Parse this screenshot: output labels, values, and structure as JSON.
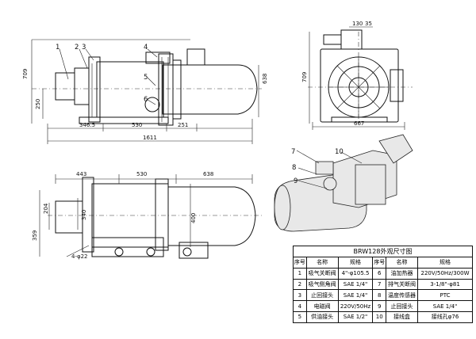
{
  "dimensions": {
    "front": {
      "h709": "709",
      "h638": "638",
      "h250": "250",
      "w346": "346.5",
      "w530": "530",
      "w251": "251",
      "w1611": "1611"
    },
    "side": {
      "w130": "130",
      "w35": "35",
      "h709": "709",
      "w667": "667"
    },
    "top": {
      "w443": "443",
      "w530": "530",
      "w638": "638",
      "h204": "204",
      "h340": "340",
      "h359": "359",
      "h400": "400",
      "hole": "4-φ22"
    }
  },
  "callouts": {
    "c1": "1",
    "c2": "2",
    "c3": "3",
    "c4": "4",
    "c5": "5",
    "c6": "6",
    "c7": "7",
    "c8": "8",
    "c9": "9",
    "c10": "10"
  },
  "table": {
    "title": "BRW128外观尺寸图",
    "headers": [
      "序号",
      "名称",
      "规格",
      "序号",
      "名称",
      "规格"
    ],
    "rows": [
      [
        "1",
        "吸气关断阀",
        "4\"-φ105.5",
        "6",
        "油加热器",
        "220V/50Hz/300W"
      ],
      [
        "2",
        "吸气侧角阀",
        "SAE 1/4\"",
        "7",
        "排气关断阀",
        "3-1/8\"-φ81"
      ],
      [
        "3",
        "止回接头",
        "SAE 1/4\"",
        "8",
        "温度传感器",
        "PTC"
      ],
      [
        "4",
        "电磁阀",
        "220V/50Hz",
        "9",
        "止回接头",
        "SAE 1/4\""
      ],
      [
        "5",
        "供油接头",
        "SAE 1/2\"",
        "10",
        "接线盒",
        "接线孔φ76"
      ]
    ]
  }
}
